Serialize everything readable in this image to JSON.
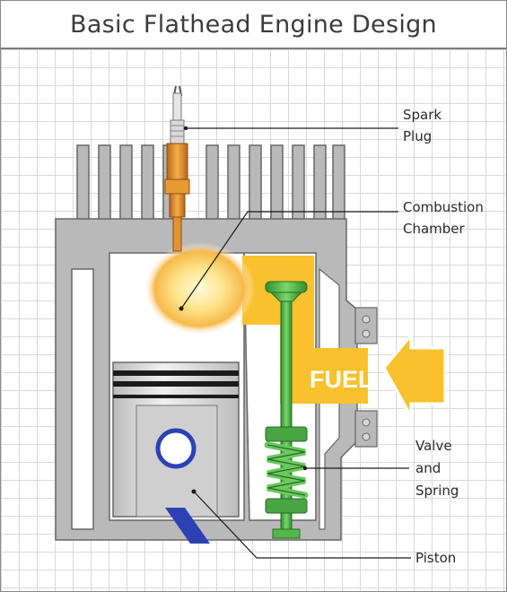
{
  "title": "Basic Flathead Engine Design",
  "labels": {
    "spark_plug": [
      "Spark",
      "Plug"
    ],
    "combustion_chamber": [
      "Combustion",
      "Chamber"
    ],
    "valve_and_spring": [
      "Valve",
      "and",
      "Spring"
    ],
    "piston": "Piston",
    "fuel": "FUEL"
  },
  "colors": {
    "engine_block": "#b9b9b9",
    "block_outline": "#666666",
    "piston": "#d8d8d8",
    "piston_rings": "#1b1b1b",
    "valve": "#52b84b",
    "fuel": "#f8c12d",
    "spark_plug_body": "#e2922a",
    "wrist_pin": "#2c42b4"
  }
}
